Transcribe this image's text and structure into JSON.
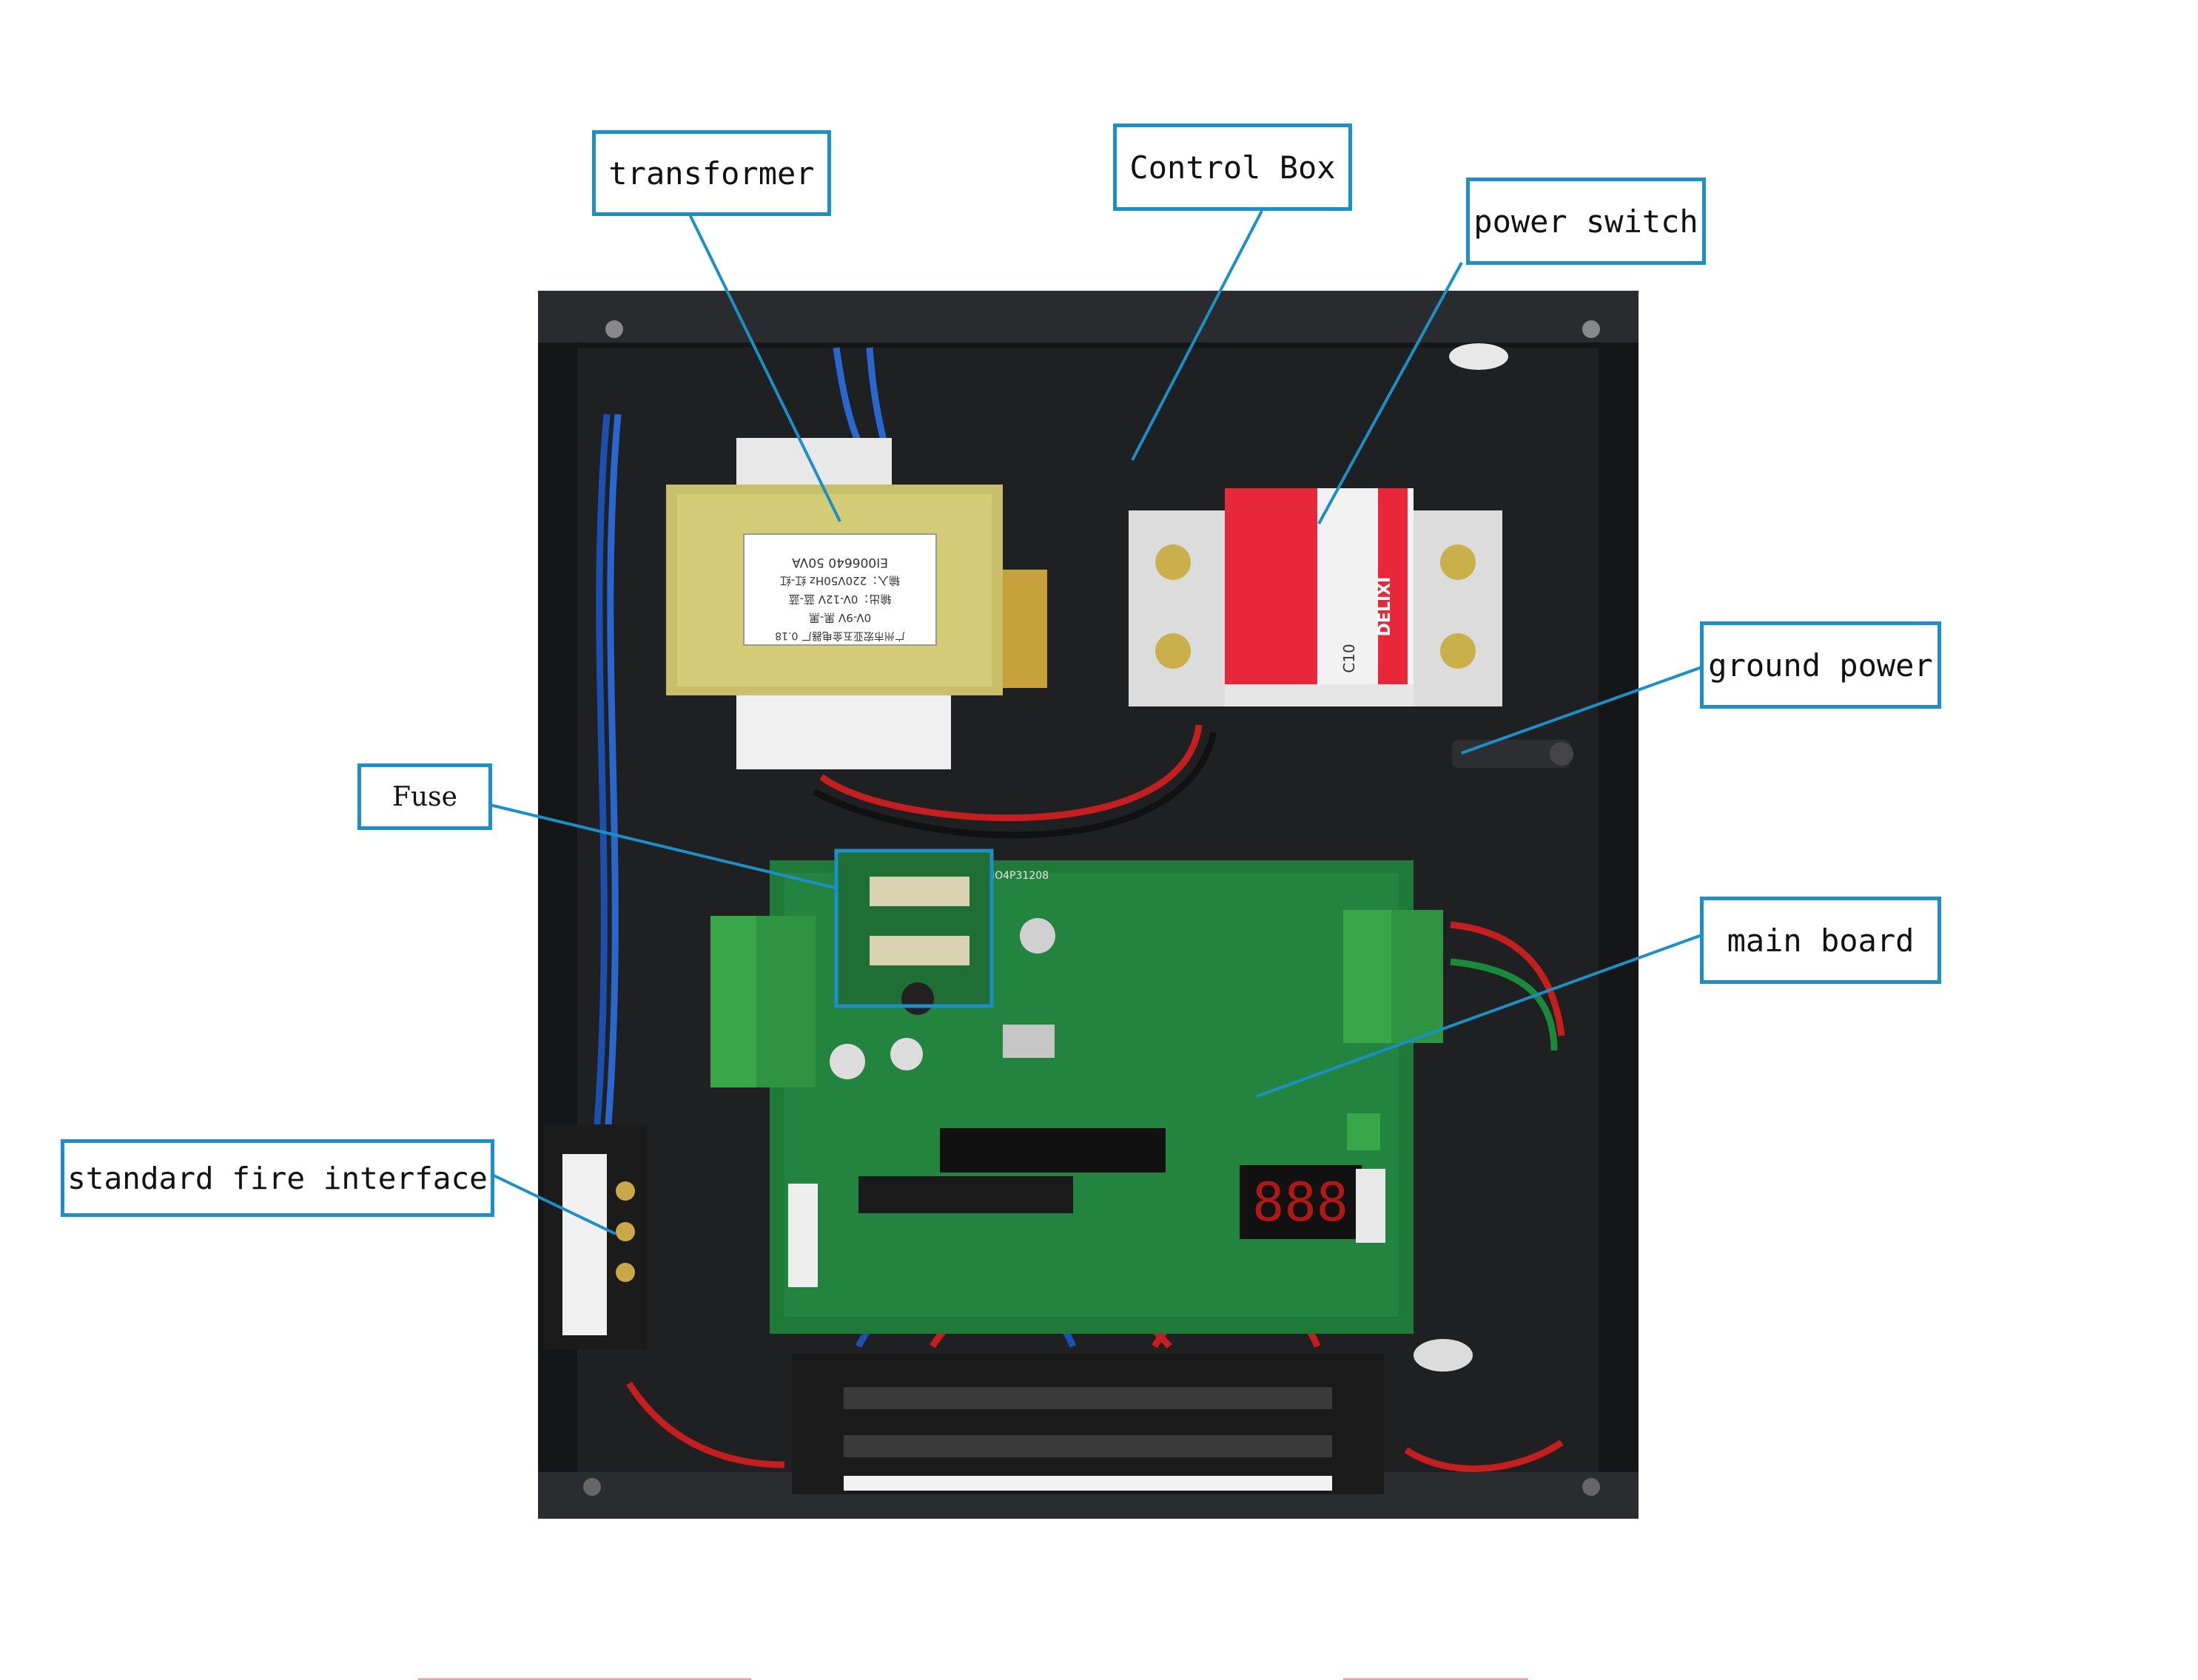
{
  "labels": {
    "transformer": "transformer",
    "control_box": "Control Box",
    "power_switch": "power switch",
    "ground_power": "ground power",
    "fuse": "Fuse",
    "main_board": "main board",
    "standard_fire_interface": "standard fire interface"
  },
  "transformer_label": {
    "model": "EI006640  50VA",
    "input": "输入：220V50Hz 红-红",
    "output1": "输出：0V-12V 蓝-蓝",
    "output2": "0V-9V 黑-黑",
    "maker": "广州市宏亚五金电器厂 0.18"
  },
  "breaker": {
    "brand": "DELIXI",
    "rating": "C10"
  },
  "board": {
    "model": "IO4P31208",
    "display": "888"
  },
  "colors": {
    "callout_border": "#1b8fc6",
    "leader_line": "#1b8fc6",
    "enclosure": "#1c1d1f",
    "pcb": "#1f7a3a",
    "terminal_green": "#3aa64a",
    "breaker_red": "#e8283a"
  }
}
